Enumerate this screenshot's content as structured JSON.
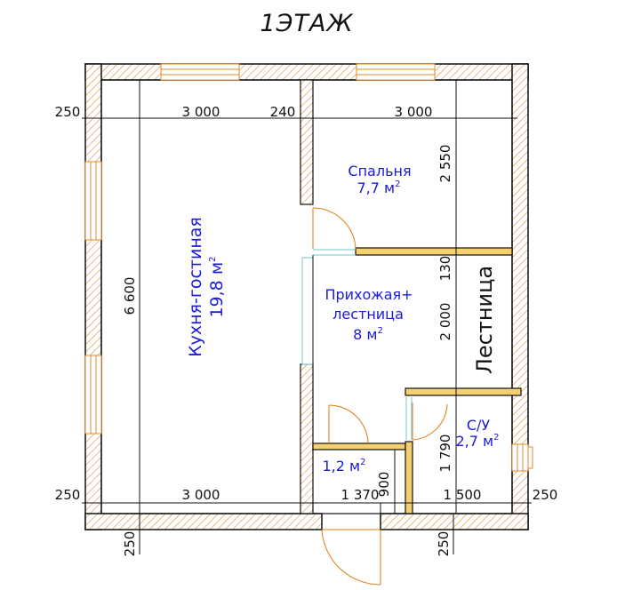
{
  "title": "1ЭТАЖ",
  "rooms": {
    "kitchen": {
      "name": "Кухня-гостиная",
      "area": "19,8 м",
      "sup": "2"
    },
    "bedroom": {
      "name": "Спальня",
      "area": "7,7 м",
      "sup": "2"
    },
    "hall": {
      "name1": "Прихожая+",
      "name2": "лестница",
      "area": "8 м",
      "sup": "2"
    },
    "closet": {
      "area": "1,2 м",
      "sup": "2"
    },
    "bath": {
      "name": "С/У",
      "area": "2,7 м",
      "sup": "2"
    },
    "stairs": {
      "name": "Лестница"
    }
  },
  "dimensions": {
    "top_left_wall": "250",
    "top_left_span": "3 000",
    "top_partition": "240",
    "top_right_span": "3 000",
    "bottom_left_wall": "250",
    "bottom_left_span": "3 000",
    "bottom_mid_span": "1 370",
    "bottom_closet": "900",
    "bottom_right_span": "1 500",
    "bottom_right_wall": "250",
    "depth_total": "6 600",
    "bedroom_depth": "2 550",
    "partition_130": "130",
    "hall_depth": "2 000",
    "bath_depth": "1 790",
    "below_left_wall": "250",
    "below_right_wall": "250"
  },
  "colors": {
    "wall_hatch": "#d9903a",
    "partition_fill": "#f3d070",
    "glass": "#74c9c9",
    "door_arc": "#e07a10",
    "room_text": "#1a1adc"
  }
}
